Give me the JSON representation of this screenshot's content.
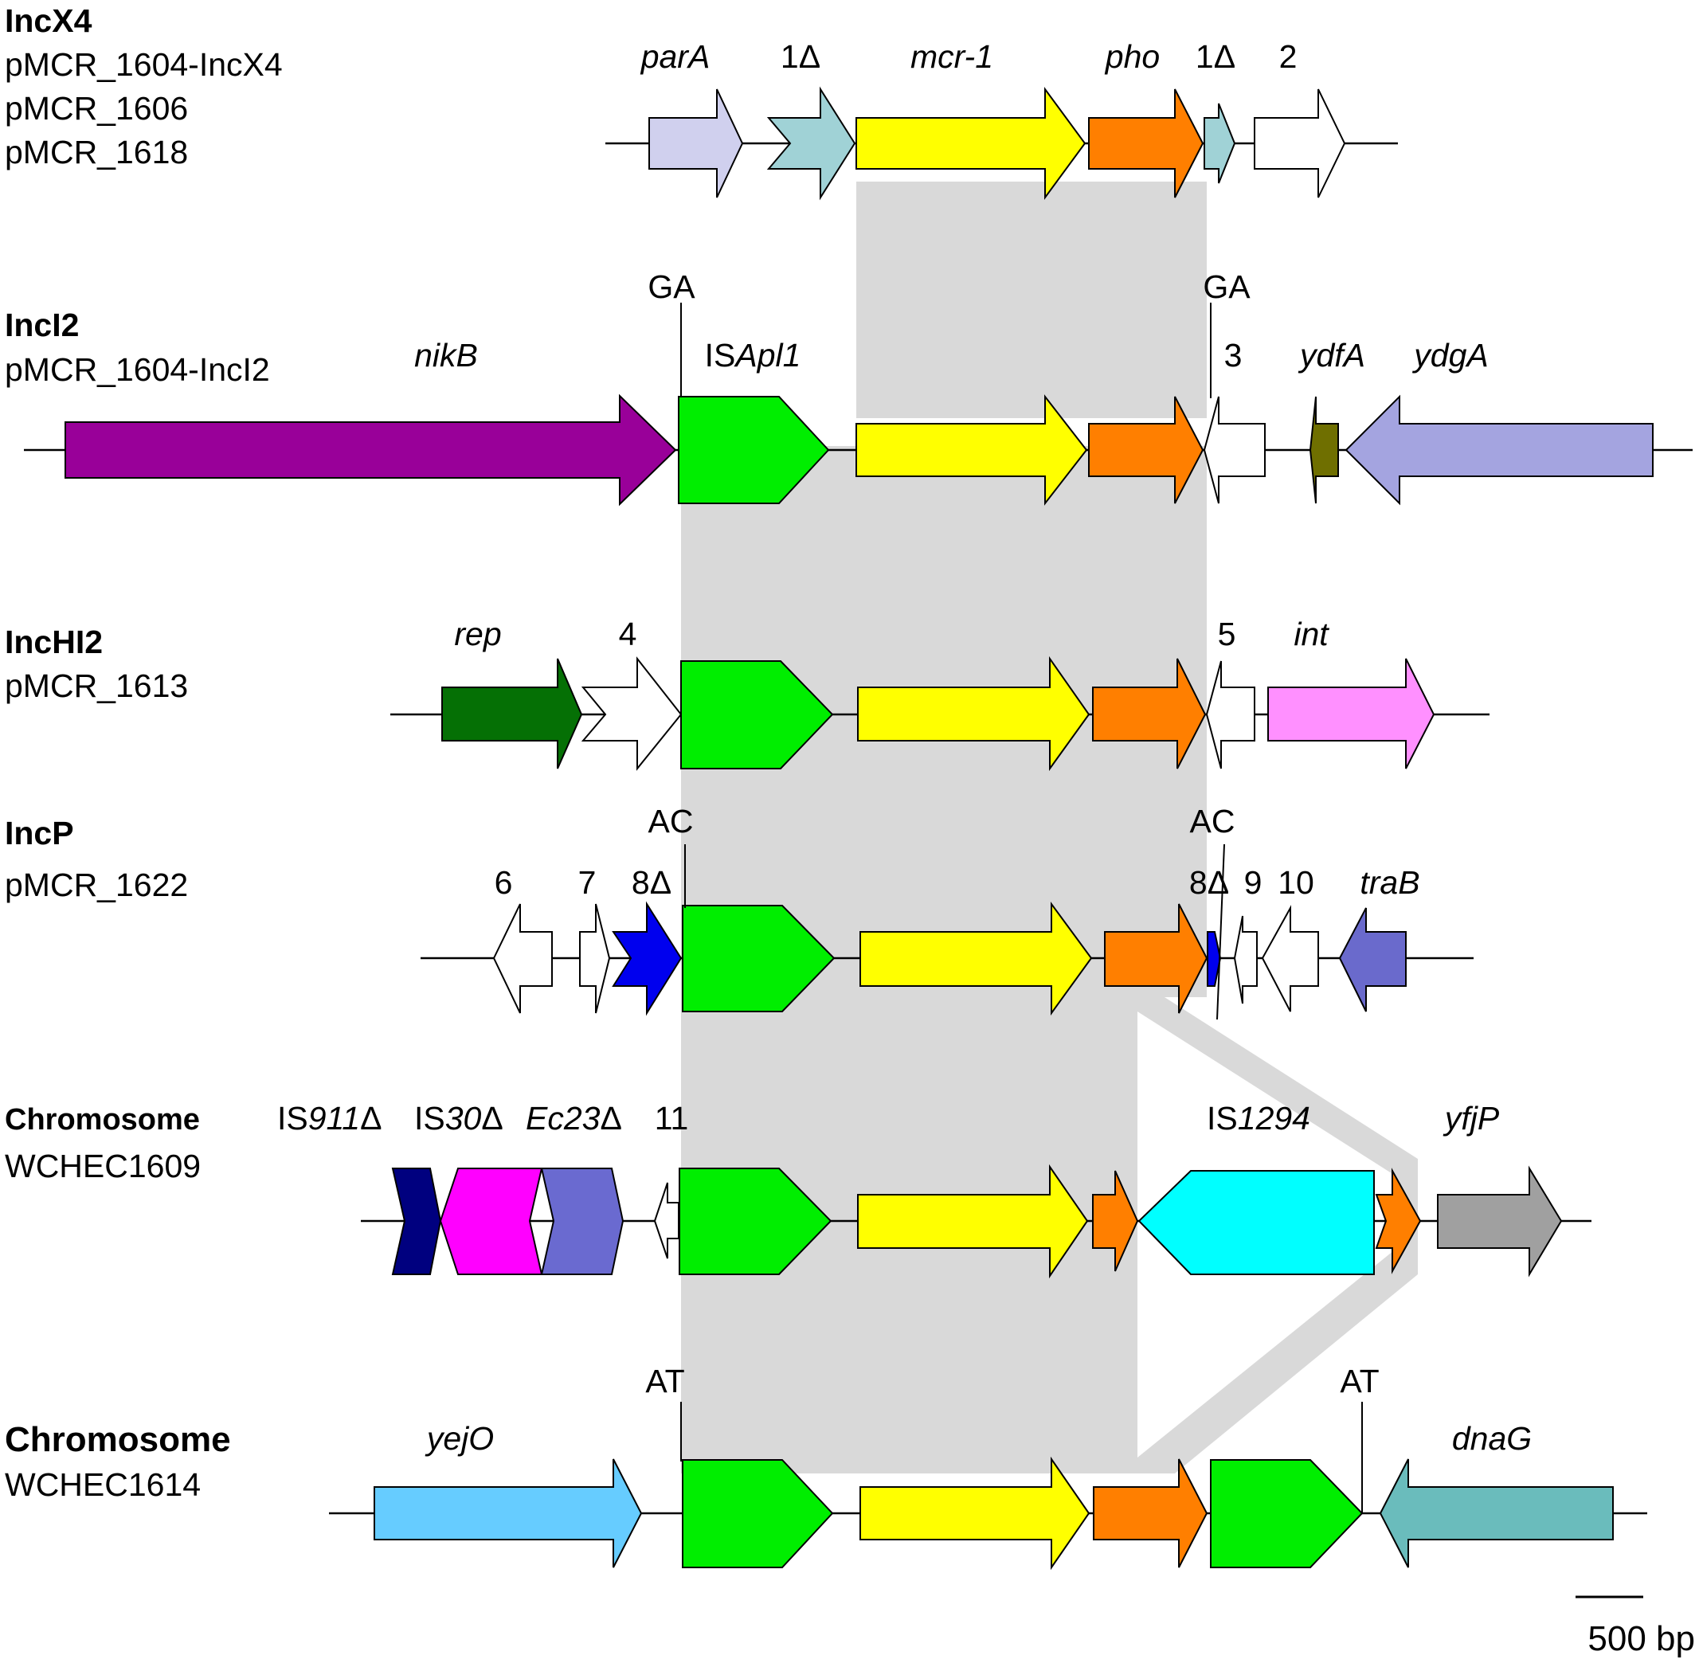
{
  "groups": [
    {
      "title": "IncX4",
      "plasmids": [
        "pMCR_1604-IncX4",
        "pMCR_1606",
        "pMCR_1618"
      ]
    },
    {
      "title": "IncI2",
      "plasmids": [
        "pMCR_1604-IncI2"
      ]
    },
    {
      "title": "IncHI2",
      "plasmids": [
        "pMCR_1613"
      ]
    },
    {
      "title": "IncP",
      "plasmids": [
        "pMCR_1622"
      ]
    },
    {
      "title": "Chromosome",
      "plasmids": [
        "WCHEC1609"
      ]
    },
    {
      "title": "Chromosome",
      "plasmids": [
        "WCHEC1614"
      ]
    }
  ],
  "gene_labels": {
    "incx4": {
      "parA": "parA",
      "n1a": "1Δ",
      "mcr1": "mcr-1",
      "pho": "pho",
      "n1b": "1Δ",
      "n2": "2"
    },
    "inci2": {
      "nikB": "nikB",
      "isapl1_prefix": "IS",
      "isapl1_italic": "Apl1",
      "n3": "3",
      "ydfA": "ydfA",
      "ydgA": "ydgA"
    },
    "inchi2": {
      "rep": "rep",
      "n4": "4",
      "n5": "5",
      "int": "int"
    },
    "incp": {
      "n6": "6",
      "n7": "7",
      "n8a": "8Δ",
      "n8b": "8Δ",
      "n9": "9",
      "n10": "10",
      "traB": "traB"
    },
    "chr1609": {
      "is911_prefix": "IS",
      "is911_italic": "911",
      "is911_suffix": "Δ",
      "is30_prefix": "IS",
      "is30_italic": "30",
      "is30_suffix": "Δ",
      "ec23_italic": "Ec23",
      "ec23_suffix": "Δ",
      "n11": "11",
      "is1294_prefix": "IS",
      "is1294_italic": "1294",
      "yfjP": "yfjP"
    },
    "chr1614": {
      "yejO": "yejO",
      "dnaG": "dnaG"
    }
  },
  "target_sites": {
    "inci2_left": "GA",
    "inci2_right": "GA",
    "incp_left": "AC",
    "incp_right": "AC",
    "chr1614_left": "AT",
    "chr1614_right": "AT"
  },
  "scale_bar": {
    "label": "500 bp"
  },
  "colors": {
    "parA": "#d0d0ee",
    "delta1": "#a0d2d6",
    "mcr1": "#ffff00",
    "pho": "#ff7f00",
    "white": "#ffffff",
    "nikB": "#990099",
    "isapl1": "#00ee00",
    "ydfA": "#6f6f00",
    "ydgA": "#a4a4e0",
    "rep": "#057005",
    "int": "#ff90ff",
    "blue": "#0000ee",
    "traB": "#6a6acc",
    "is911": "#00007f",
    "is30": "#ff00ff",
    "ec23": "#6a6ad0",
    "is1294": "#00ffff",
    "yfjP": "#a0a0a0",
    "yejO": "#66ccff",
    "dnaG": "#6abcbc",
    "shade": "#d9d9d9"
  }
}
